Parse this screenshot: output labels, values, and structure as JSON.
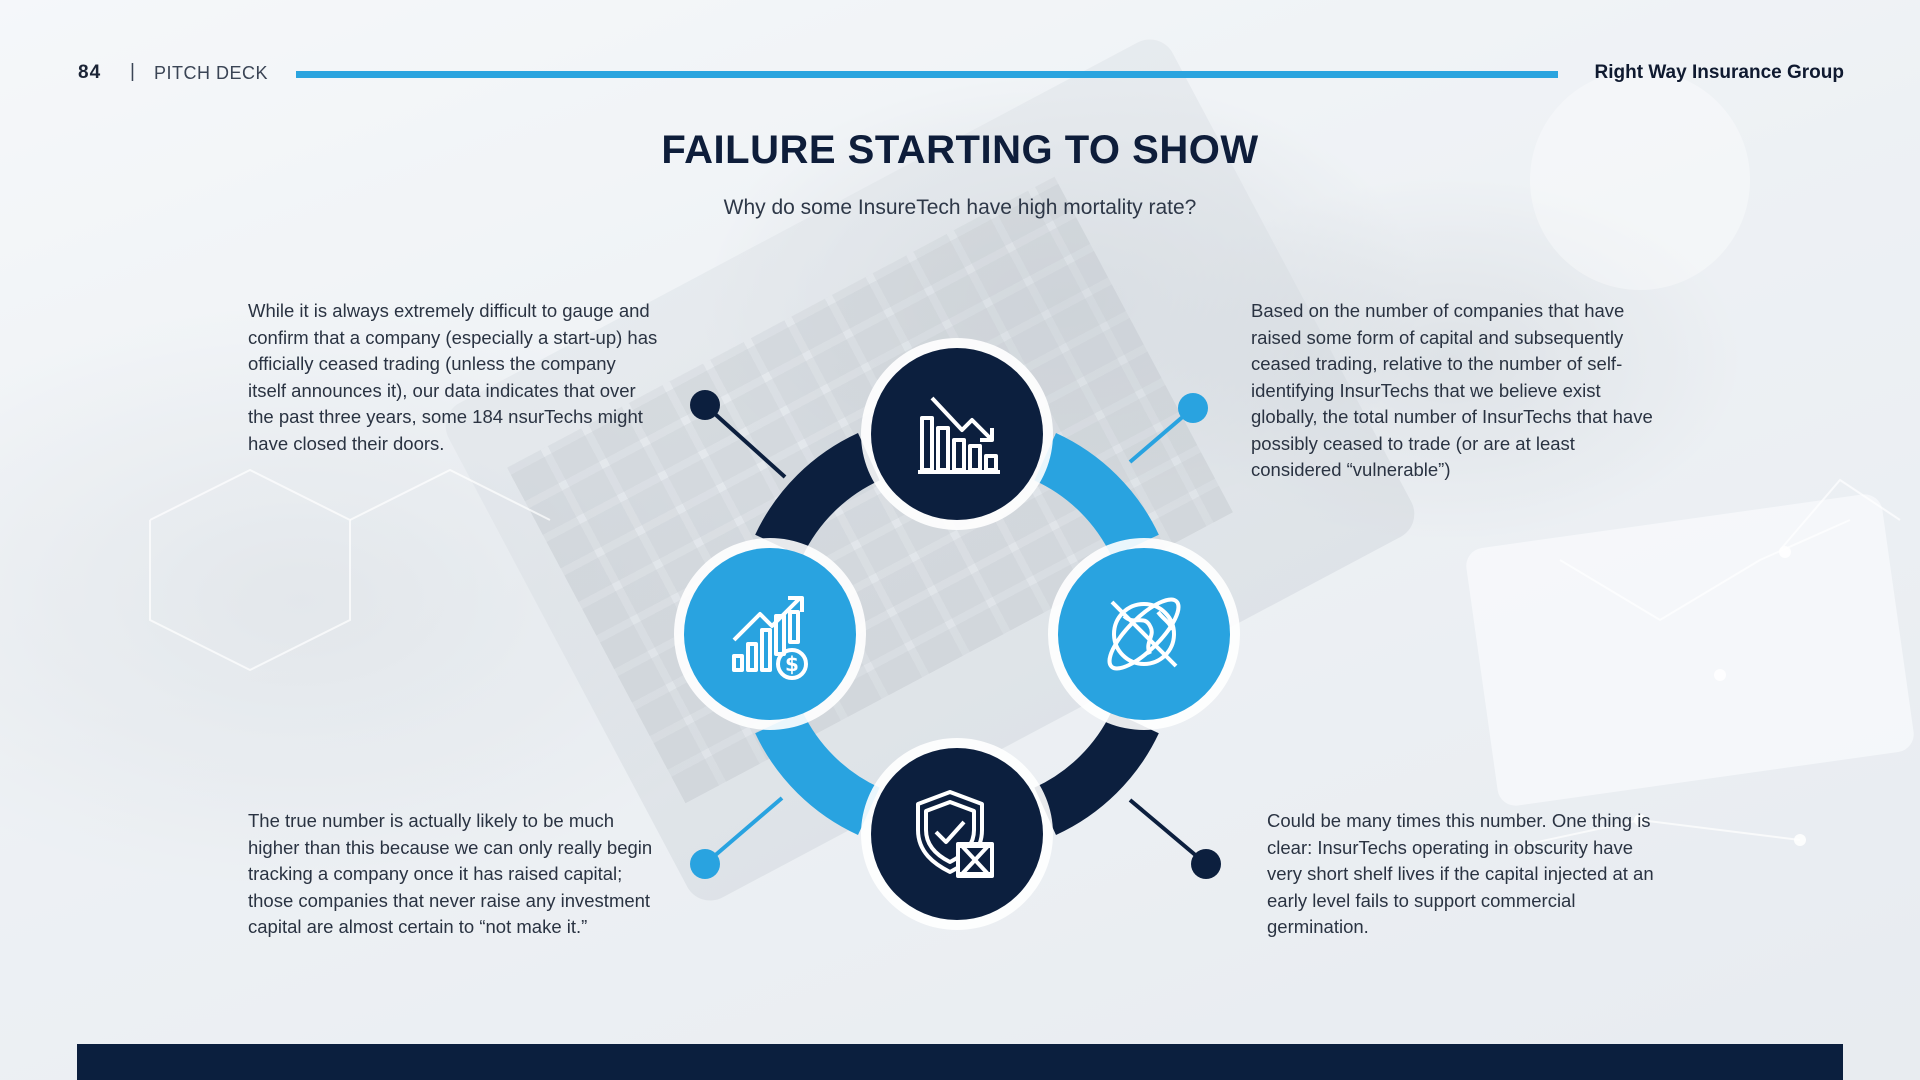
{
  "header": {
    "page_number": "84",
    "separator": "|",
    "section": "PITCH DECK",
    "company": "Right Way Insurance Group"
  },
  "slide": {
    "title": "FAILURE STARTING TO SHOW",
    "subtitle": "Why do some InsureTech have high mortality rate?"
  },
  "paragraphs": {
    "top_left": "While it is always extremely difficult to gauge and confirm that a company (especially a start-up) has officially ceased trading (unless the company itself announces it), our data indicates that over the past three years, some 184 nsurTechs might have closed their doors.",
    "top_right": "Based on the number of companies that have raised some form of capital and subsequently ceased trading, relative to the number of self-identifying InsurTechs that we believe exist globally, the total number of InsurTechs that have possibly ceased to trade (or are at least considered “vulnerable”)",
    "bottom_left": "The true number is actually likely to be much higher than this because we can only really begin tracking a company once it has raised capital; those companies that never raise any investment capital are almost certain to “not make it.”",
    "bottom_right": "Could be many times this number. One thing is clear: InsurTechs operating in obscurity have very short shelf lives if the capital injected at an early level fails to support commercial germination."
  },
  "diagram": {
    "nodes": [
      {
        "position": "top",
        "icon": "declining-bar-chart-icon",
        "color": "#0c1f3e"
      },
      {
        "position": "left",
        "icon": "growth-chart-dollar-icon",
        "color": "#29a3e0"
      },
      {
        "position": "right",
        "icon": "crossed-globe-icon",
        "color": "#29a3e0"
      },
      {
        "position": "bottom",
        "icon": "shield-hourglass-icon",
        "color": "#0c1f3e"
      }
    ]
  },
  "colors": {
    "navy": "#0c1f3e",
    "accent_blue": "#29a3e0"
  }
}
